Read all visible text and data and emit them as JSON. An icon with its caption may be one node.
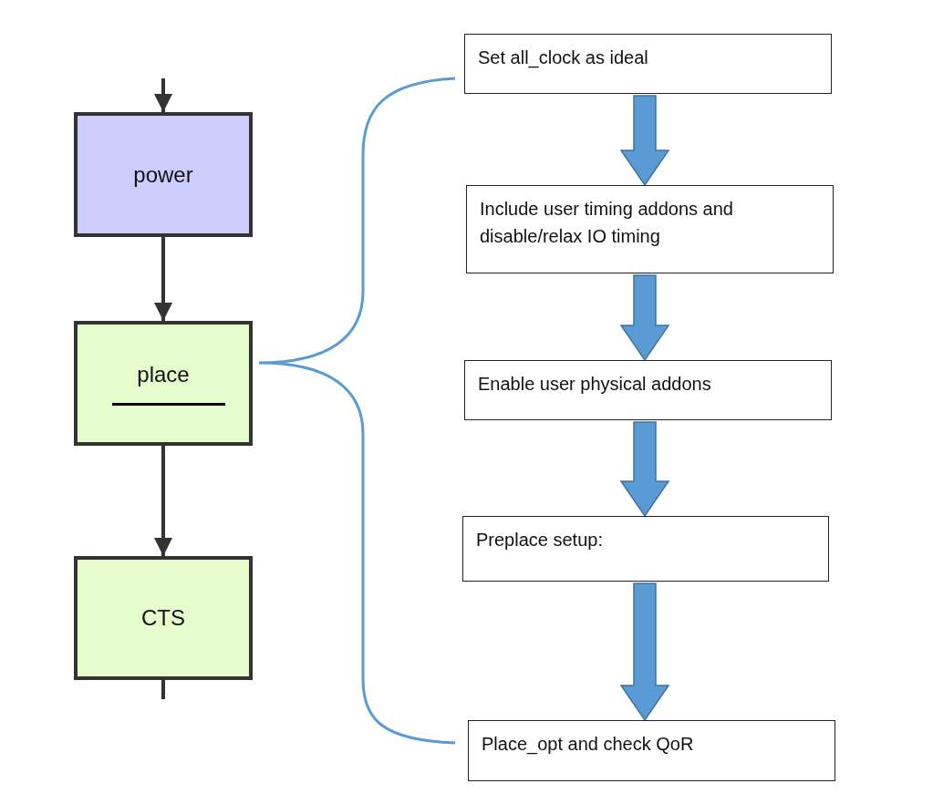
{
  "diagram": {
    "nodes": [
      {
        "text": [
          "power"
        ]
      },
      {
        "text": [
          "place"
        ]
      },
      {
        "text": [
          "CTS"
        ]
      },
      {
        "text": [
          "Set all_clock as ideal"
        ]
      },
      {
        "text": [
          "Include user timing addons and disable/relax IO timing"
        ]
      },
      {
        "text": [
          "Enable user physical addons"
        ]
      },
      {
        "text": [
          "Preplace setup:"
        ]
      },
      {
        "text": [
          "Place_opt and check QoR"
        ]
      }
    ],
    "edges": [
      {
        "from": null,
        "to": 0,
        "arrow": "to"
      },
      {
        "from": 0,
        "to": 1,
        "arrow": "to"
      },
      {
        "from": 1,
        "to": 2,
        "arrow": "to"
      },
      {
        "from": 2,
        "to": null,
        "arrow": "none"
      },
      {
        "from": 3,
        "to": 4,
        "arrow": "to",
        "style": "thick",
        "color": "#5b9bd5"
      },
      {
        "from": 4,
        "to": 5,
        "arrow": "to",
        "style": "thick",
        "color": "#5b9bd5"
      },
      {
        "from": 5,
        "to": 6,
        "arrow": "to",
        "style": "thick",
        "color": "#5b9bd5"
      },
      {
        "from": 6,
        "to": 7,
        "arrow": "to",
        "style": "thick",
        "color": "#5b9bd5"
      }
    ]
  }
}
